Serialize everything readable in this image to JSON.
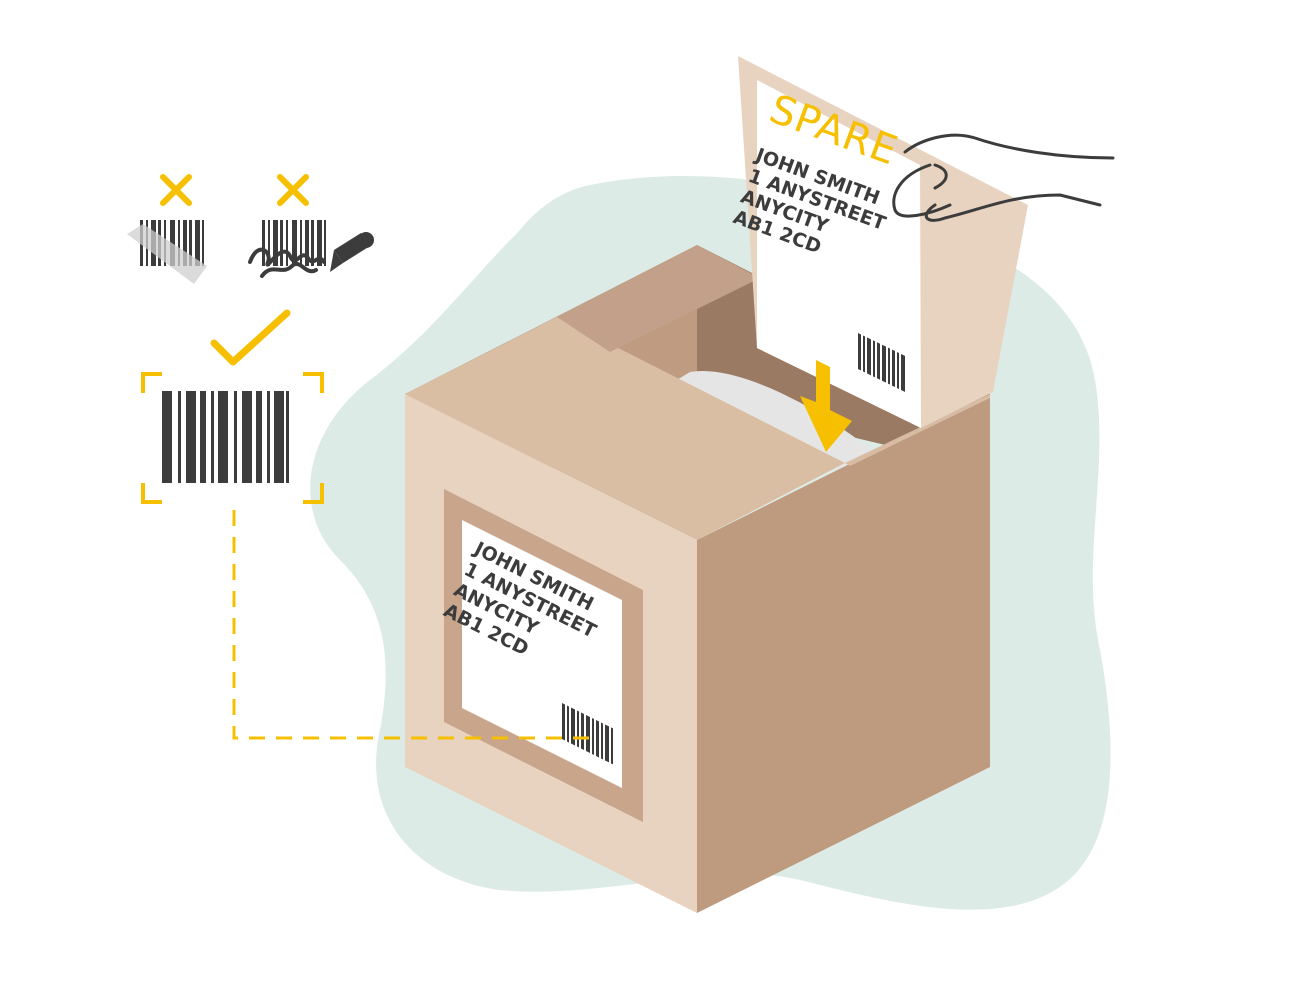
{
  "spare_label": {
    "heading": "SPARE",
    "lines": [
      "JOHN SMITH",
      "1 ANYSTREET",
      "ANYCITY",
      "AB1 2CD"
    ]
  },
  "box_label": {
    "lines": [
      "JOHN SMITH",
      "1 ANYSTREET",
      "ANYCITY",
      "AB1 2CD"
    ]
  },
  "icons": {
    "bad_taped": "cross-icon",
    "bad_scribbled": "cross-icon",
    "good": "check-icon"
  },
  "colors": {
    "accent": "#f6c000",
    "blob": "#dcebe6",
    "box_left": "#e8d3c1",
    "box_right": "#be9a7f",
    "box_top": "#d9bea4",
    "box_inner_dark": "#9b7a63",
    "box_inner_back": "#bf9b82",
    "barcode": "#3c3c3c",
    "tape": "#c9a58b"
  }
}
